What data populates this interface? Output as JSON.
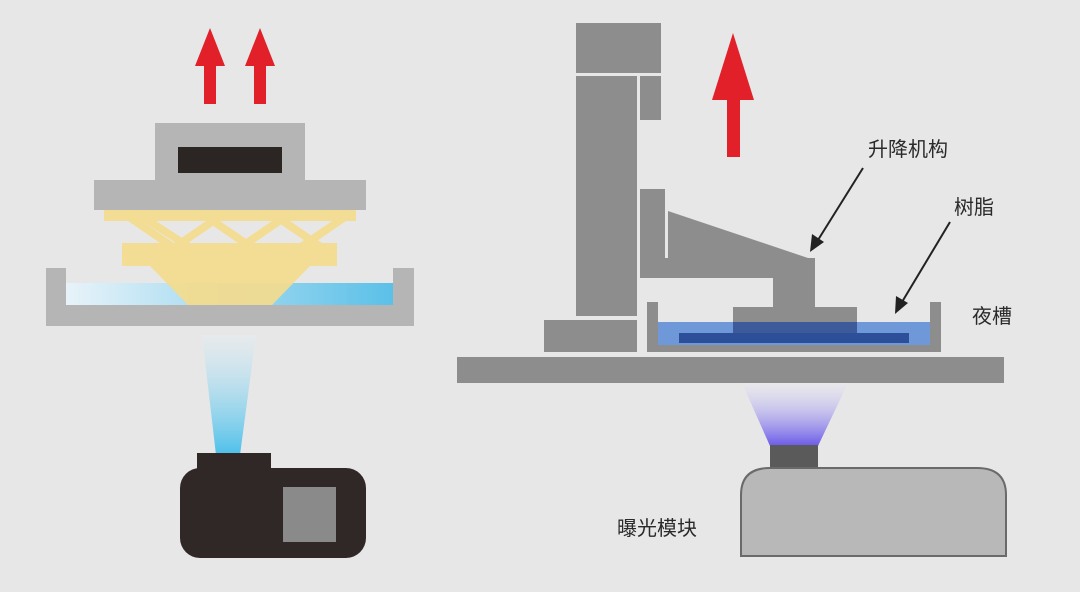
{
  "labels": {
    "lift_mechanism": "升降机构",
    "resin": "树脂",
    "vat": "夜槽",
    "exposure_module": "曝光模块"
  },
  "colors": {
    "background": "#e8e7e7",
    "arrow_red": "#e2202a",
    "gray_light": "#b5b5b5",
    "gray_dark": "#8e8d8d",
    "resin_yellow": "#f4dc8e",
    "liquid_cyan": "#5bc0e8",
    "liquid_blue": "#6f98d8",
    "print_blue": "#2d4f9a",
    "projector_black": "#2f2826",
    "uv_purple": "#6a5ae8"
  }
}
